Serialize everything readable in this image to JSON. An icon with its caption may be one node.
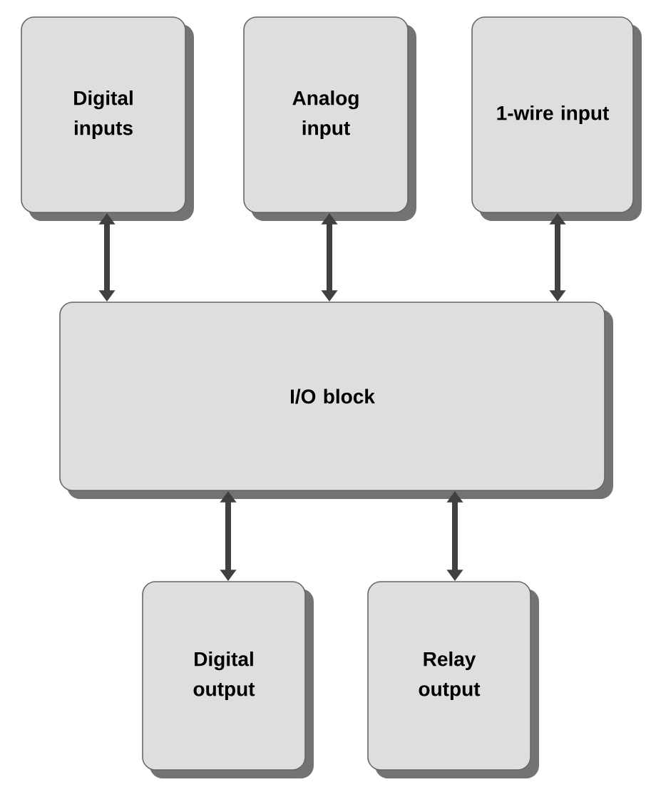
{
  "diagram": {
    "nodes": [
      {
        "text": [
          "Digital inputs"
        ]
      },
      {
        "text": [
          "Analog input"
        ]
      },
      {
        "text": [
          "1-wire input"
        ]
      },
      {
        "text": [
          "I/O block"
        ]
      },
      {
        "text": [
          "Digital output"
        ]
      },
      {
        "text": [
          "Relay output"
        ]
      }
    ],
    "edges": [
      {
        "from": 0,
        "to": 3,
        "arrow": "both"
      },
      {
        "from": 1,
        "to": 3,
        "arrow": "both"
      },
      {
        "from": 2,
        "to": 3,
        "arrow": "both"
      },
      {
        "from": 3,
        "to": 4,
        "arrow": "both"
      },
      {
        "from": 3,
        "to": 5,
        "arrow": "both"
      }
    ]
  }
}
